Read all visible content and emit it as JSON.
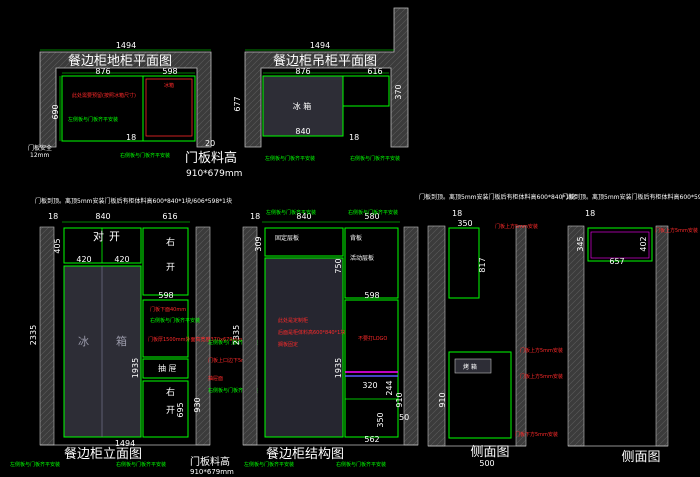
{
  "colors": {
    "background": "#000000",
    "wall_fill": "#3b3b3b",
    "wall_line": "#bfbfbf",
    "outline": "#00ff00",
    "note_red": "#ff2a2a",
    "note_magenta": "#ff00ff",
    "cabinet_fill": "#2d2d36",
    "text": "#ffffff"
  },
  "titles": {
    "floor_plan": "餐边柜地柜平面图",
    "wall_plan": "餐边柜吊柜平面图",
    "elevation": "餐边柜立面图",
    "structure": "餐边柜结构图",
    "side1": "侧面图",
    "side2": "侧面图"
  },
  "floor_plan": {
    "dim_total": "1494",
    "dim_left": "876",
    "dim_right": "598",
    "dim_depth": "690",
    "fridge_label": "冰箱",
    "note_red": "此处需要预留(按照冰箱尺寸)",
    "note_green": "左侧板与门板齐平安装",
    "note_green2": "右侧板与门板齐平安装",
    "door_side": "门板安全",
    "door_dim": "12mm",
    "dim_18": "18",
    "dim_20": "20"
  },
  "wall_plan": {
    "dim_total": "1494",
    "dim_left": "876",
    "dim_right": "616",
    "dim_840": "840",
    "dim_677": "677",
    "dim_370": "370",
    "fridge_label": "冰 箱",
    "note_green": "左侧板与门板齐平安装",
    "note_green2": "右侧板与门板齐平安装",
    "dim_18": "18"
  },
  "door_spec": {
    "label": "门板料高",
    "size": "910*679mm"
  },
  "door_spec2": {
    "label": "门板料高",
    "size": "910*679mm"
  },
  "elevation": {
    "note": "门板到顶。离顶5mm安装门板后有柜体料高600*840*1块/606*598*1块",
    "dim_840": "840",
    "dim_616": "616",
    "dim_18": "18",
    "dim_420a": "420",
    "dim_420b": "420",
    "dim_405": "405",
    "dim_2335": "2335",
    "dim_598": "598",
    "dim_1494": "1494",
    "dim_1935": "1935",
    "dim_695": "695",
    "dim_930": "930",
    "door_left": "对",
    "door_right": "开",
    "right_open1": "右",
    "right_open2": "开",
    "fridge1": "冰",
    "fridge2": "箱",
    "drawer": "抽 屉",
    "right_open3": "右",
    "right_open4": "开",
    "note_r1": "门板下面40mm",
    "note_r2": "门板厚1500mm外面高宽度370x679mm",
    "note_r3": "门板上口边下5mm",
    "note_r4": "抽屉面",
    "note_g1": "右侧板与门板齐平安装",
    "note_g2": "左侧板与门板齐平安装",
    "note_g3": "右侧板与门板齐平安装",
    "bottom_left": "左侧板与门板齐平安装",
    "bottom_right": "右侧板与门板齐平安装"
  },
  "structure": {
    "dim_840": "840",
    "dim_580": "580",
    "dim_18": "18",
    "dim_750": "750",
    "dim_309": "309",
    "dim_598": "598",
    "dim_562": "562",
    "dim_2335": "2335",
    "dim_1935": "1935",
    "dim_910": "910",
    "dim_244": "244",
    "dim_320": "320",
    "dim_350": "350",
    "dim_50": "50",
    "note_r1": "此处是定制柜",
    "note_r2": "后面是柜体料高600*840*1块",
    "note_r3": "搁板固定",
    "note_r4": "不要打LOGO",
    "note_g1": "左侧板与门板齐平安装",
    "note_g2": "右侧板与门板齐平安装",
    "bottom_left": "左侧板与门板齐平安装",
    "bottom_right": "右侧板与门板齐平安装",
    "label_fixed": "固定层板",
    "label_back": "背板",
    "label_shelf": "活动层板"
  },
  "side1": {
    "note": "门板到顶。离顶5mm安装门板后有柜体料高600*840*1块",
    "dim_350": "350",
    "dim_817": "817",
    "dim_910": "910",
    "dim_500": "500",
    "dim_18": "18",
    "note_r1": "门板上方5mm安装",
    "note_r2": "门板上方5mm安装",
    "note_r3": "门板上方5mm安装",
    "note_r4": "门板下方5mm安装",
    "fridge_label": "烤 箱"
  },
  "side2": {
    "note": "门板到顶。离顶5mm安装门板后有柜体料高600*598*1块",
    "dim_345": "345",
    "dim_402": "402",
    "dim_657": "657",
    "dim_18": "18",
    "note_r1": "门板上方5mm安装"
  }
}
